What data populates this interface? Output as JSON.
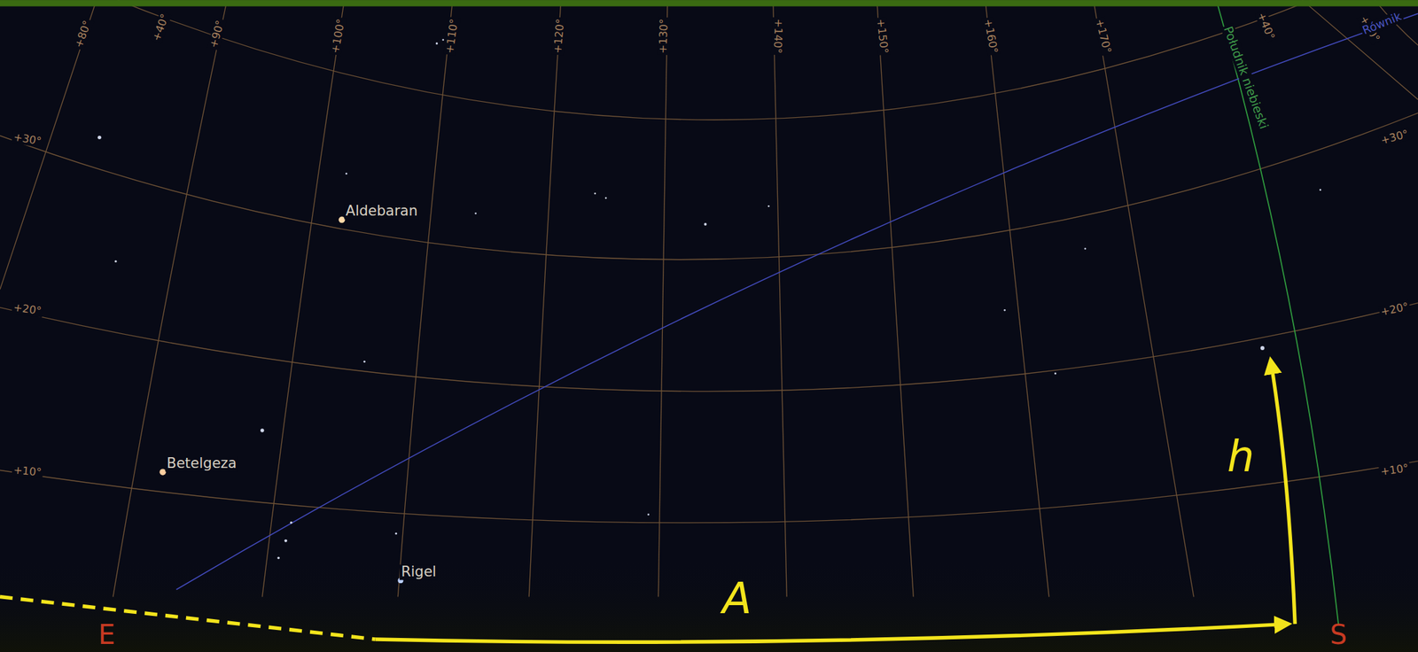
{
  "diagram": {
    "labels": [
      "+80°",
      "+40°",
      "+90°",
      "+100°",
      "+110°",
      "+120°",
      "+130°",
      "+140°",
      "+150°",
      "+160°",
      "+170°",
      "+40°",
      "+90°",
      "Równik",
      "Południk niebieski",
      "+30°",
      "+20°",
      "+10°",
      "+30°",
      "+20°",
      "+10°",
      "Aldebaran",
      "Betelgeza",
      "Rigel",
      "h",
      "A",
      "E",
      "S"
    ]
  }
}
